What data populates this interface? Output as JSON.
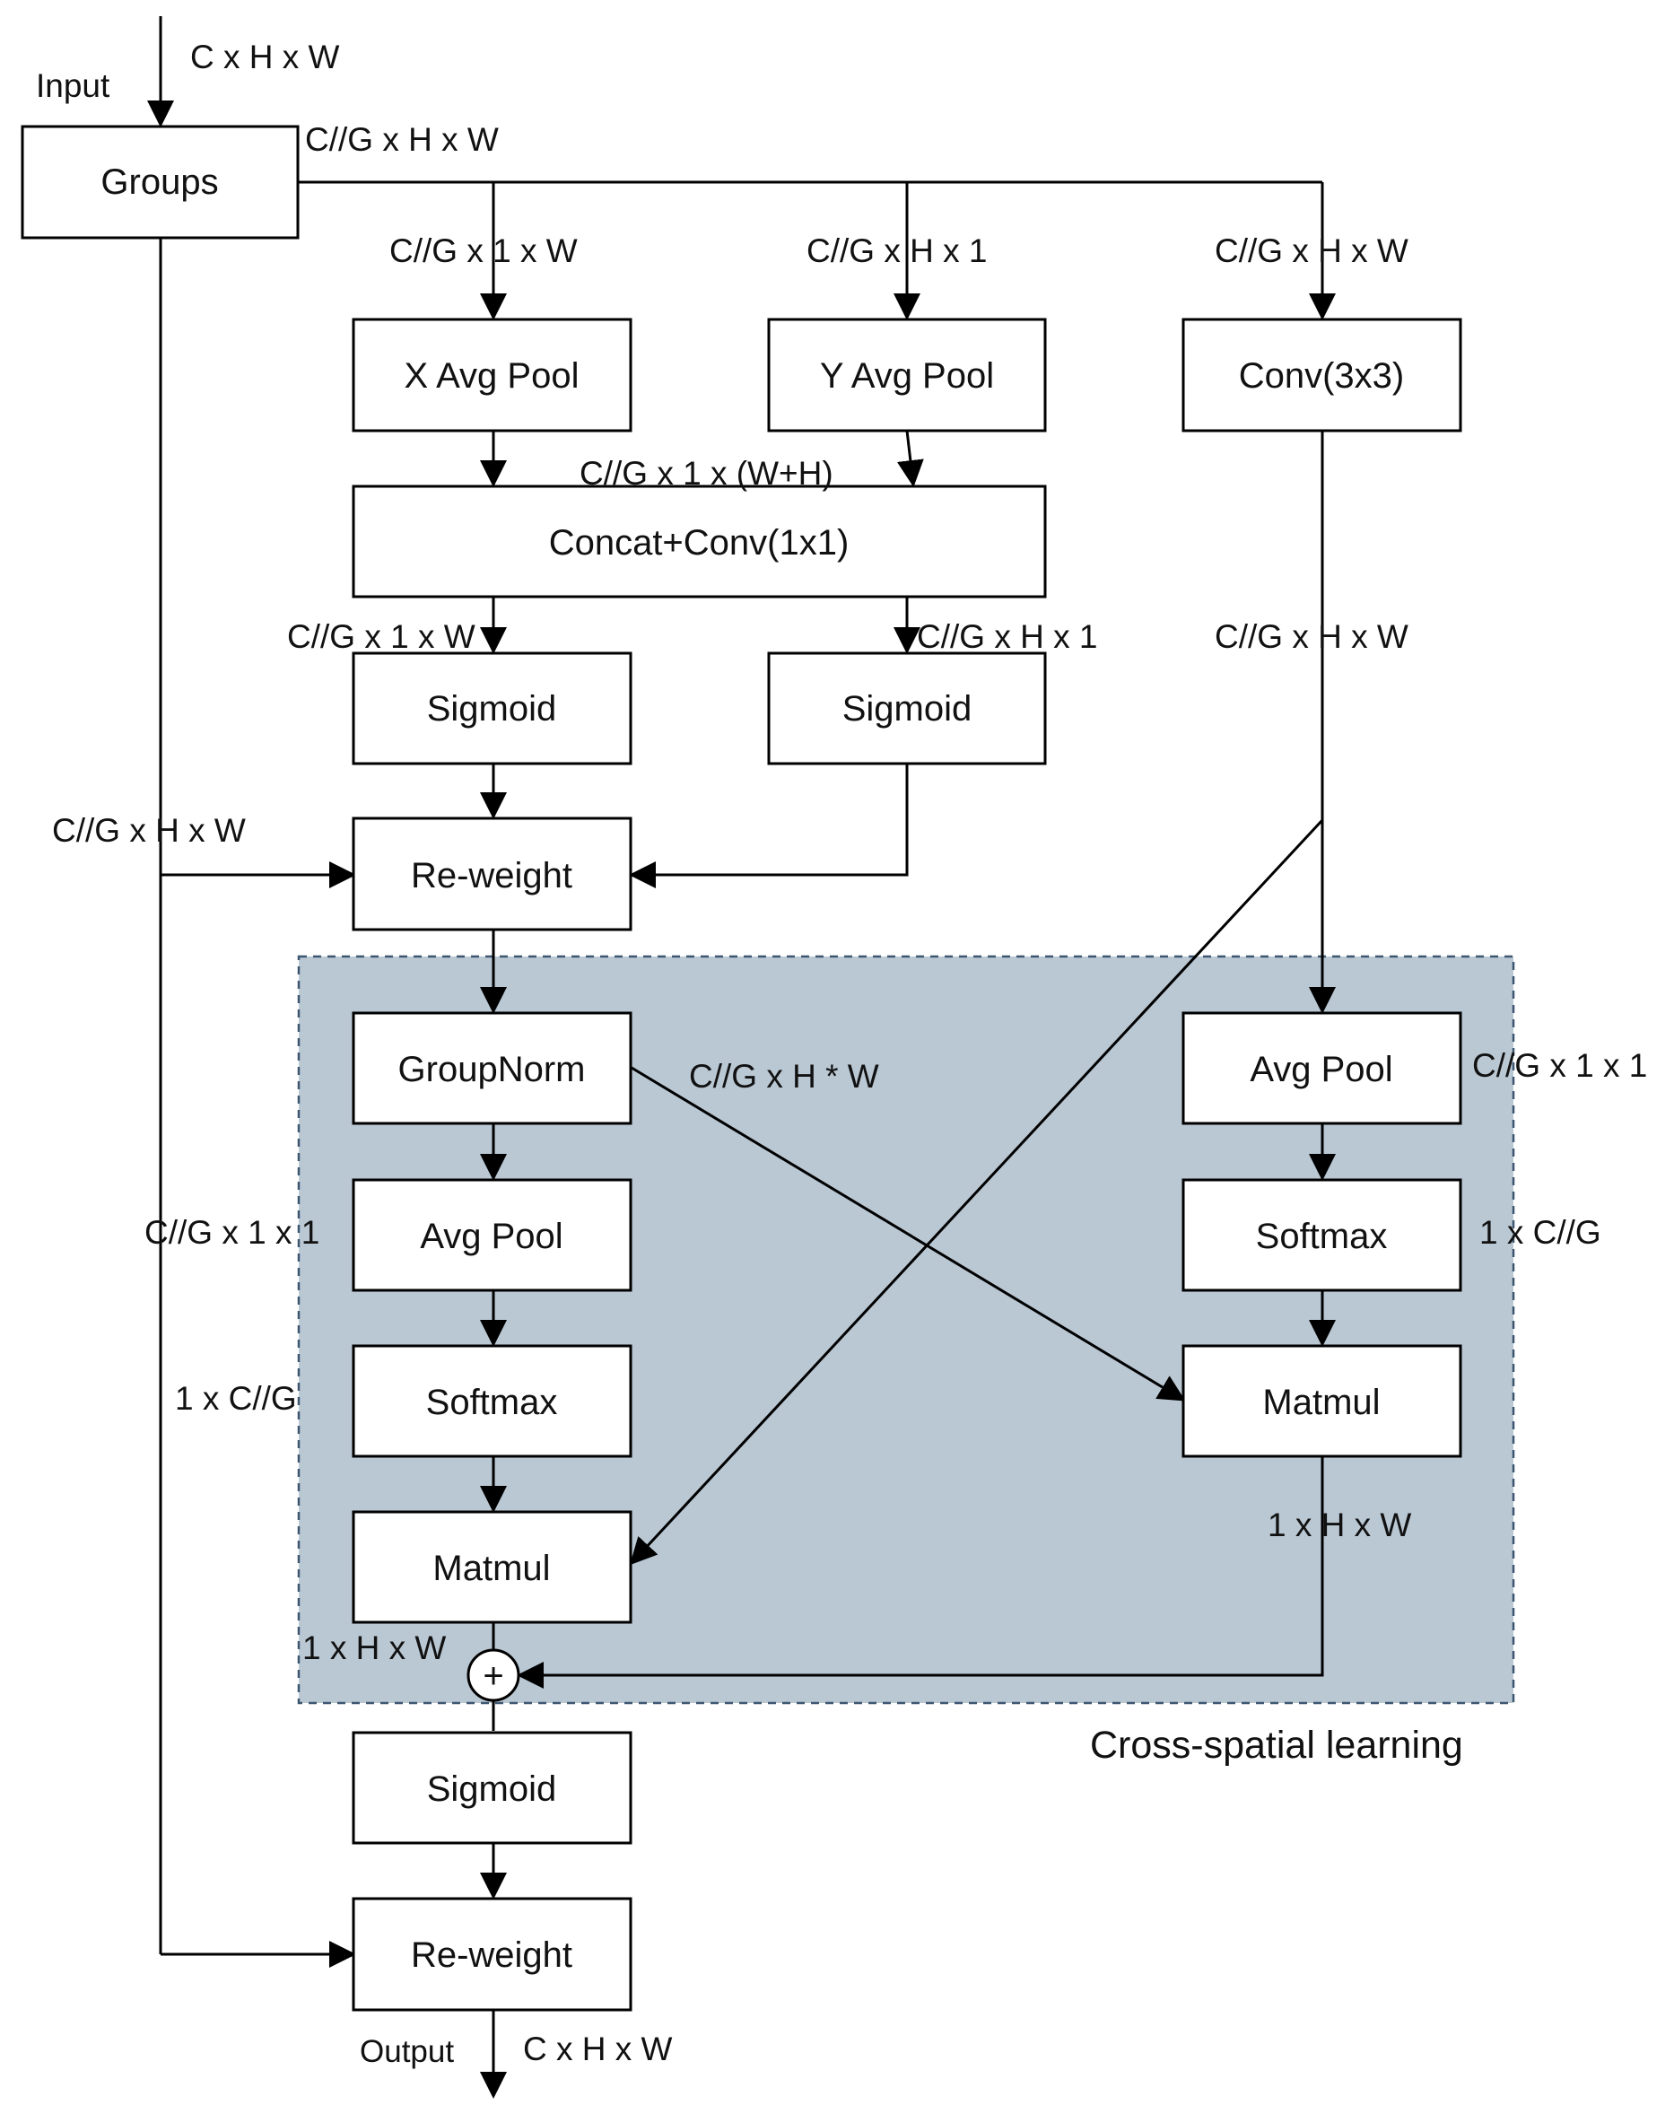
{
  "nodes": {
    "groups": "Groups",
    "x_avg_pool": "X Avg Pool",
    "y_avg_pool": "Y Avg Pool",
    "conv3x3": "Conv(3x3)",
    "concat_conv": "Concat+Conv(1x1)",
    "sigmoid_left": "Sigmoid",
    "sigmoid_right": "Sigmoid",
    "reweight_top": "Re-weight",
    "groupnorm": "GroupNorm",
    "avg_pool_left": "Avg Pool",
    "softmax_left": "Softmax",
    "matmul_left": "Matmul",
    "avg_pool_right": "Avg Pool",
    "softmax_right": "Softmax",
    "matmul_right": "Matmul",
    "sigmoid_bottom": "Sigmoid",
    "reweight_bottom": "Re-weight",
    "add_symbol": "+"
  },
  "labels": {
    "input": "Input",
    "output": "Output",
    "input_dim": "C x H x W",
    "groups_out": "C//G x H x W",
    "x_pool_in": "C//G x 1 x W",
    "y_pool_in": "C//G x H x 1",
    "conv_in": "C//G x H x W",
    "concat_in": "C//G x 1 x (W+H)",
    "split_left": "C//G x 1 x W",
    "split_right": "C//G x H x 1",
    "conv_out": "C//G x H x W",
    "skip_dim": "C//G x H x W",
    "groupnorm_out": "C//G x H * W",
    "avg_pool_right_out": "C//G x 1 x 1",
    "softmax_right_out": "1 x C//G",
    "avg_pool_left_out": "C//G x 1 x 1",
    "softmax_left_out": "1 x C//G",
    "matmul_right_out": "1 x H x W",
    "matmul_left_out": "1 x H x W",
    "output_dim": "C x H x W"
  },
  "region": {
    "label": "Cross-spatial learning"
  }
}
